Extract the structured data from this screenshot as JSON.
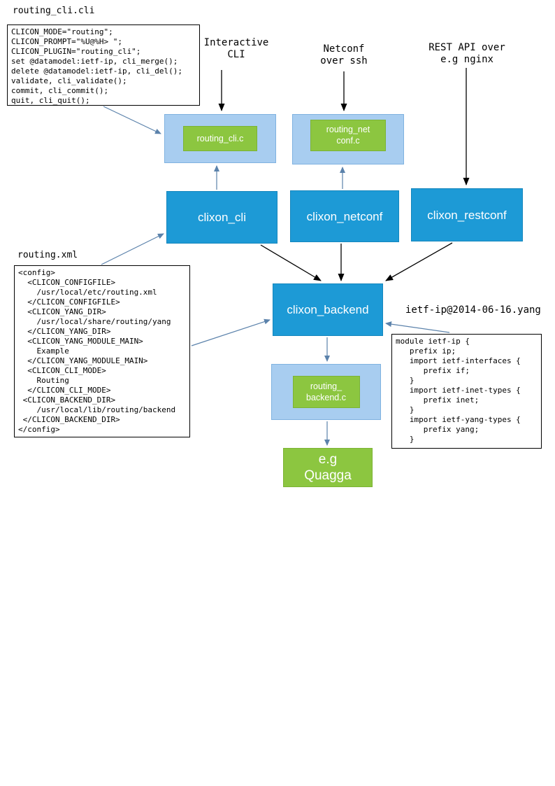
{
  "colors": {
    "dark_blue": "#1d9ad6",
    "dark_blue_border": "#1486bd",
    "light_blue": "#a8cdf0",
    "light_blue_border": "#7fb2e0",
    "green": "#8cc640",
    "green_border": "#7cb335",
    "blue_arrow": "#5b82ab",
    "black_arrow": "#000000"
  },
  "files": {
    "cli_spec": {
      "title": "routing_cli.cli",
      "code": "CLICON_MODE=\"routing\";\nCLICON_PROMPT=\"%U@%H> \";\nCLICON_PLUGIN=\"routing_cli\";\nset @datamodel:ietf-ip, cli_merge();\ndelete @datamodel:ietf-ip, cli_del();\nvalidate, cli_validate();\ncommit, cli_commit();\nquit, cli_quit();"
    },
    "config_xml": {
      "title": "routing.xml",
      "code": "<config>\n  <CLICON_CONFIGFILE>\n    /usr/local/etc/routing.xml\n  </CLICON_CONFIGFILE>\n  <CLICON_YANG_DIR>\n    /usr/local/share/routing/yang\n  </CLICON_YANG_DIR>\n  <CLICON_YANG_MODULE_MAIN>\n    Example\n  </CLICON_YANG_MODULE_MAIN>\n  <CLICON_CLI_MODE>\n    Routing\n  </CLICON_CLI_MODE>\n <CLICON_BACKEND_DIR>\n    /usr/local/lib/routing/backend\n </CLICON_BACKEND_DIR>\n</config>"
    },
    "yang_module": {
      "title": "ietf-ip@2014-06-16.yang",
      "code": "module ietf-ip {\n   prefix ip;\n   import ietf-interfaces {\n      prefix if;\n   }\n   import ietf-inet-types {\n      prefix inet;\n   }\n   import ietf-yang-types {\n      prefix yang;\n   }"
    }
  },
  "annotations": {
    "interactive_cli": "Interactive\nCLI",
    "netconf_over_ssh": "Netconf\nover ssh",
    "rest_api": "REST API over\ne.g nginx"
  },
  "nodes": {
    "clixon_cli": "clixon_cli",
    "clixon_netconf": "clixon_netconf",
    "clixon_restconf": "clixon_restconf",
    "clixon_backend": "clixon_backend",
    "routing_cli_plugin": "routing_cli.c",
    "routing_netconf_plugin": "routing_net\nconf.c",
    "routing_backend_plugin": "routing_\nbackend.c",
    "quagga": "e.g\nQuagga"
  }
}
